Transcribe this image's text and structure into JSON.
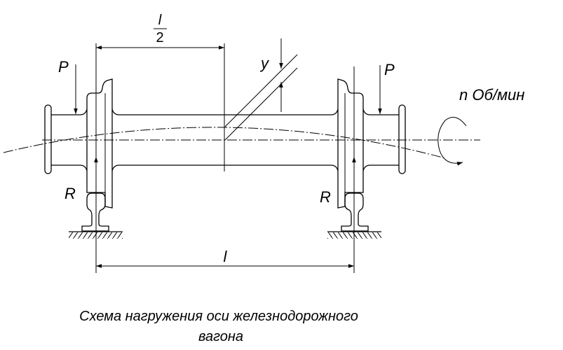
{
  "labels": {
    "load_left": "P",
    "load_right": "P",
    "reaction_left": "R",
    "reaction_right": "R",
    "half_span_numerator": "l",
    "half_span_denominator": "2",
    "span": "l",
    "deflection": "y",
    "rotation": "n Об/мин"
  },
  "caption": {
    "line1": "Схема нагружения оси железнодорожного",
    "line2": "вагона"
  }
}
